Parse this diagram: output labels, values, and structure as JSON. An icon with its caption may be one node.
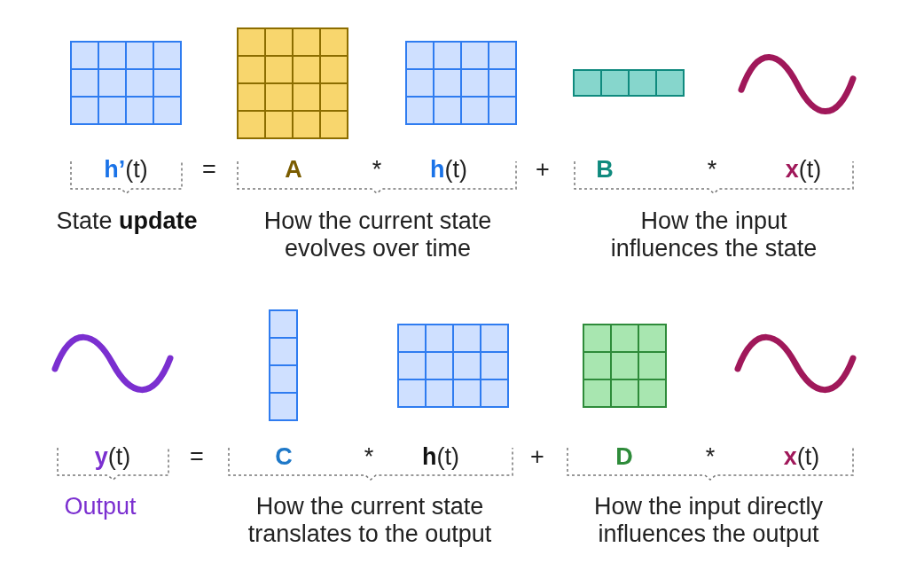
{
  "diagram": {
    "labels": [
      "**h’**(t)",
      "=",
      "**A**",
      "*",
      "**h**(t)",
      "+",
      "**B**",
      "*",
      "**x**(t)",
      "State **update**",
      "How the current state evolves over time",
      "How the input influences the state",
      "**y**(t)",
      "=",
      "**C**",
      "*",
      "**h**(t)",
      "+",
      "**D**",
      "*",
      "**x**(t)",
      "Output",
      "How the current state translates to the output",
      "How the input directly influences the output"
    ]
  }
}
